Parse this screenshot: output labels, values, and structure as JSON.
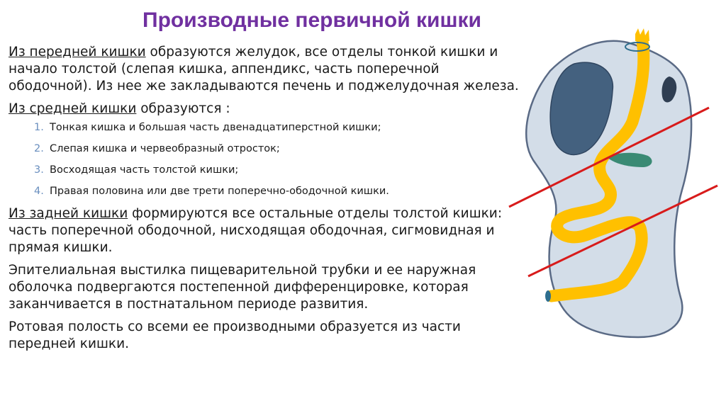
{
  "title": "Производные первичной кишки",
  "p1": {
    "lead": "Из передней кишки",
    "rest": " образуются желудок, все отделы тонкой кишки и начало толстой (слепая кишка, аппендикс, часть поперечной ободочной). Из нее же закладываются печень и поджелудочная железа."
  },
  "p2": {
    "lead": "Из средней кишки",
    "rest": " образуются :"
  },
  "list": [
    {
      "num": "1.",
      "text": "Тонкая кишка и большая часть двенадцатиперстной кишки;"
    },
    {
      "num": "2.",
      "text": "Слепая кишка и червеобразный отросток;"
    },
    {
      "num": "3.",
      "text": "Восходящая часть толстой кишки;"
    },
    {
      "num": "4.",
      "text": "Правая половина или две трети поперечно-ободочной кишки."
    }
  ],
  "p3": {
    "lead": "Из задней кишки",
    "rest": " формируются все остальные отделы толстой кишки: часть поперечной ободочной, нисходящая ободочная, сигмовидная и прямая кишки."
  },
  "p4": "Эпителиальная выстилка пищеварительной трубки и ее наружная оболочка подвергаются постепенной дифференцировке, которая заканчивается в постнатальном периоде развития.",
  "p5": "Ротовая полость со всеми ее производными образуется из части передней кишки.",
  "colors": {
    "title": "#7030a0",
    "body_shape": "#d3dde8",
    "gut": "#ffc000",
    "liver": "#44617f",
    "pancreas": "#3a8a74",
    "cut_lines": "#d81b1b"
  }
}
